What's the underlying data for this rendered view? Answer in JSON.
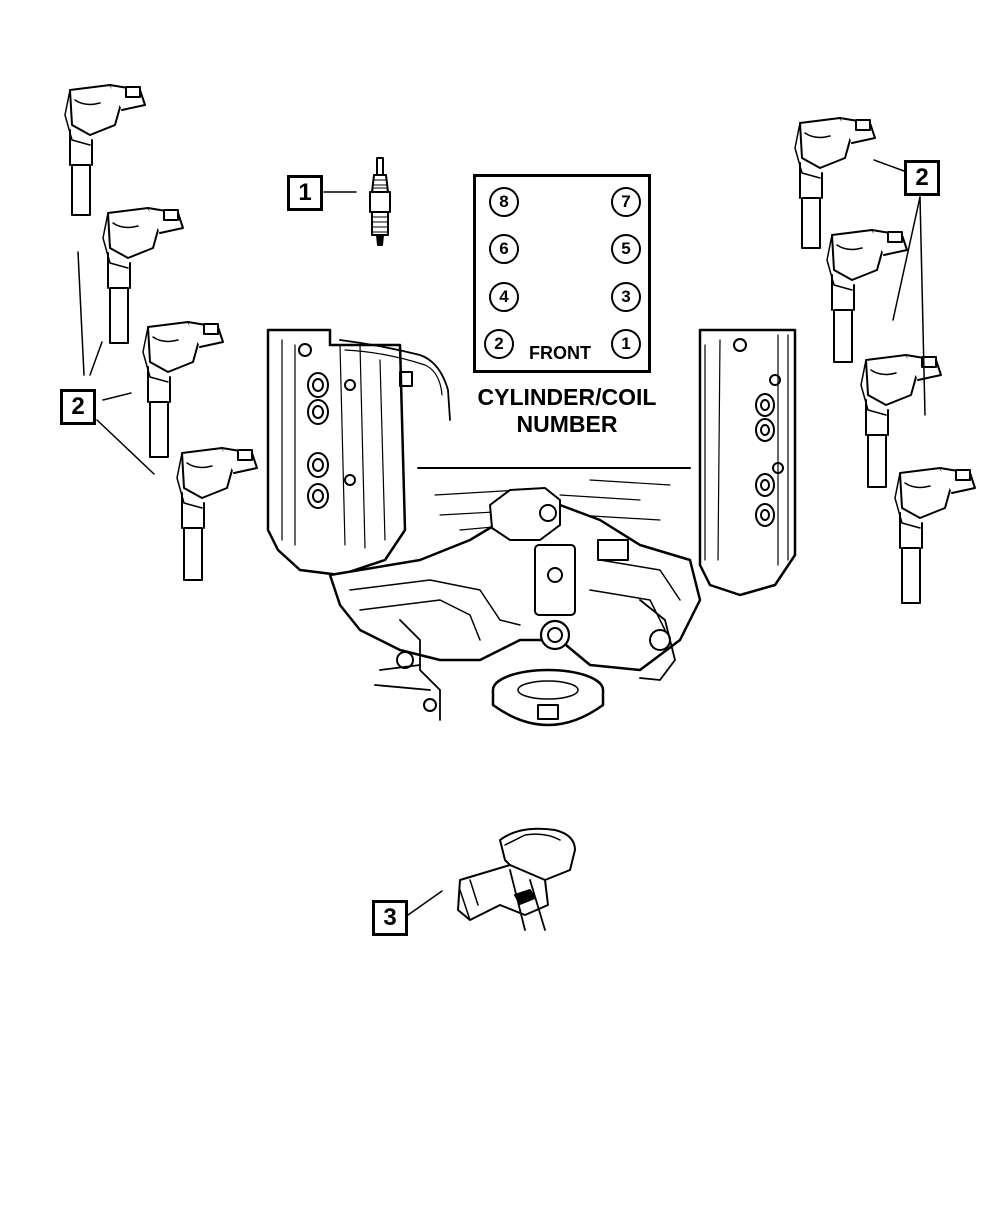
{
  "callouts": {
    "spark_plug": "1",
    "coil_left": "2",
    "coil_right": "2",
    "clip": "3"
  },
  "cylinder_chart": {
    "cylinders": [
      "8",
      "7",
      "6",
      "5",
      "4",
      "3",
      "2",
      "1"
    ],
    "front_label": "FRONT",
    "title_line1": "CYLINDER/COIL",
    "title_line2": "NUMBER"
  },
  "colors": {
    "ink": "#000000",
    "paper": "#ffffff"
  }
}
